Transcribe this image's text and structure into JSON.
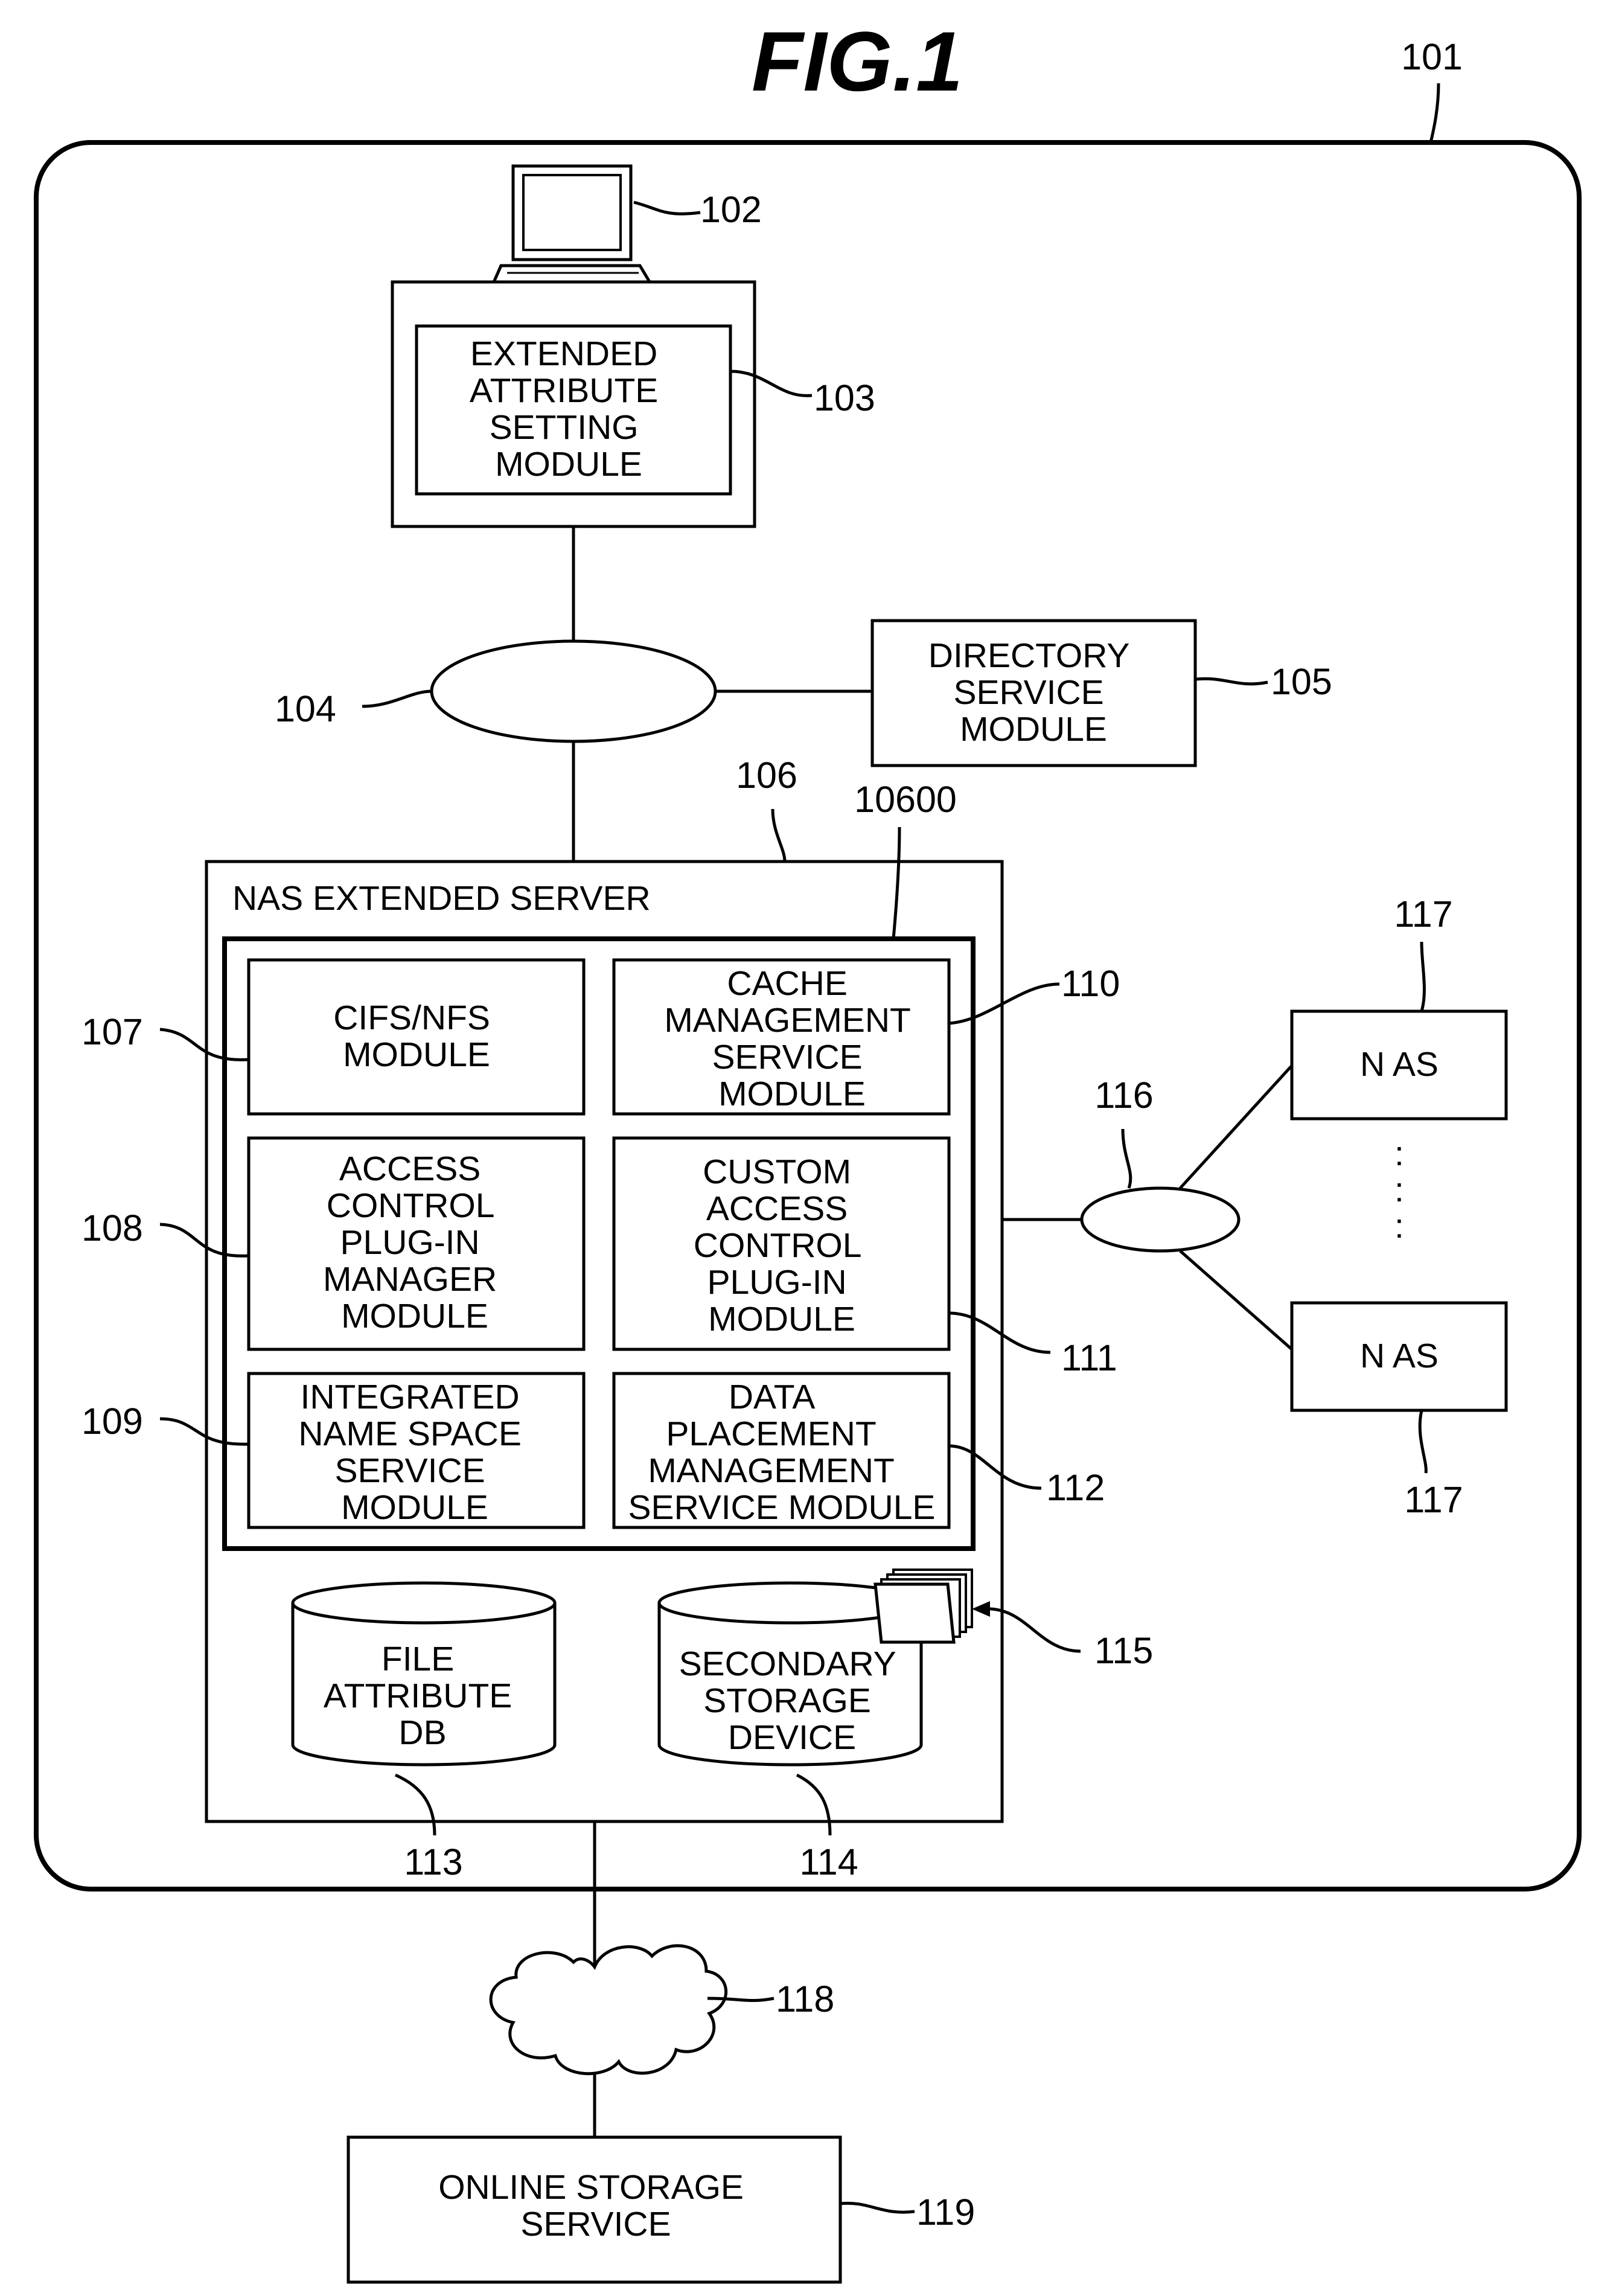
{
  "figure_title": "FIG.1",
  "refs": {
    "r101": "101",
    "r102": "102",
    "r103": "103",
    "r104": "104",
    "r105": "105",
    "r106": "106",
    "r10600": "10600",
    "r107": "107",
    "r108": "108",
    "r109": "109",
    "r110": "110",
    "r111": "111",
    "r112": "112",
    "r113": "113",
    "r114": "114",
    "r115": "115",
    "r116": "116",
    "r117a": "117",
    "r117b": "117",
    "r118": "118",
    "r119": "119"
  },
  "labels": {
    "extended_attribute_setting_module": [
      "EXTENDED",
      "ATTRIBUTE",
      "SETTING",
      "MODULE"
    ],
    "directory_service_module": [
      "DIRECTORY",
      "SERVICE",
      "MODULE"
    ],
    "nas_extended_server": "NAS EXTENDED SERVER",
    "cifs_nfs_module": [
      "CIFS/NFS",
      "MODULE"
    ],
    "cache_management_service_module": [
      "CACHE",
      "MANAGEMENT",
      "SERVICE",
      "MODULE"
    ],
    "access_control_plugin_manager_module": [
      "ACCESS",
      "CONTROL",
      "PLUG-IN",
      "MANAGER",
      "MODULE"
    ],
    "custom_access_control_plugin_module": [
      "CUSTOM",
      "ACCESS",
      "CONTROL",
      "PLUG-IN",
      "MODULE"
    ],
    "integrated_name_space_service_module": [
      "INTEGRATED",
      "NAME SPACE",
      "SERVICE",
      "MODULE"
    ],
    "data_placement_management_service_module": [
      "DATA",
      "PLACEMENT",
      "MANAGEMENT",
      "SERVICE MODULE"
    ],
    "file_attribute_db": [
      "FILE",
      "ATTRIBUTE",
      "DB"
    ],
    "secondary_storage_device": [
      "SECONDARY",
      "STORAGE",
      "DEVICE"
    ],
    "nas_top": "N AS",
    "nas_bottom": "N AS",
    "ellipsis_dots": [
      ":",
      ":",
      ":"
    ],
    "online_storage_service": [
      "ONLINE STORAGE",
      "SERVICE"
    ]
  }
}
